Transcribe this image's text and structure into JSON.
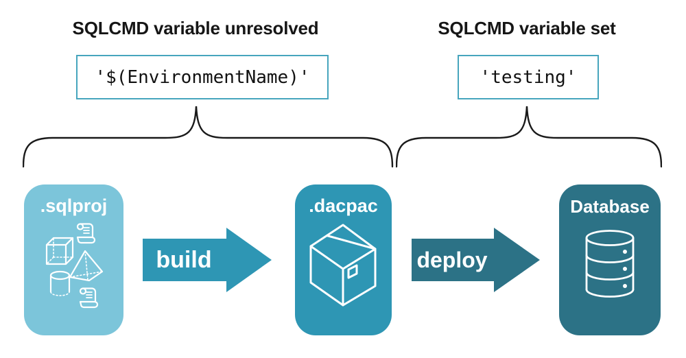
{
  "diagram": {
    "annotations": {
      "unresolved": {
        "title": "SQLCMD variable unresolved",
        "code": "'$(EnvironmentName)'"
      },
      "set": {
        "title": "SQLCMD variable set",
        "code": "'testing'"
      }
    },
    "nodes": {
      "sqlproj": {
        "label": ".sqlproj",
        "color": "#7CC5DA",
        "icons": [
          "scroll-icon",
          "cube-icon",
          "pyramid-icon",
          "cylinder-icon",
          "scroll-icon"
        ]
      },
      "dacpac": {
        "label": ".dacpac",
        "color": "#2E96B4",
        "icons": [
          "package-icon"
        ]
      },
      "database": {
        "label": "Database",
        "color": "#2C7286",
        "icons": [
          "database-icon"
        ]
      }
    },
    "arrows": {
      "build": {
        "label": "build",
        "color": "#2E96B4"
      },
      "deploy": {
        "label": "deploy",
        "color": "#2C7286"
      }
    },
    "style": {
      "code_box_border": "#46A5BD",
      "brace_color": "#1A1A1A",
      "heading_text": "#161616",
      "background": "#FFFFFF"
    }
  }
}
